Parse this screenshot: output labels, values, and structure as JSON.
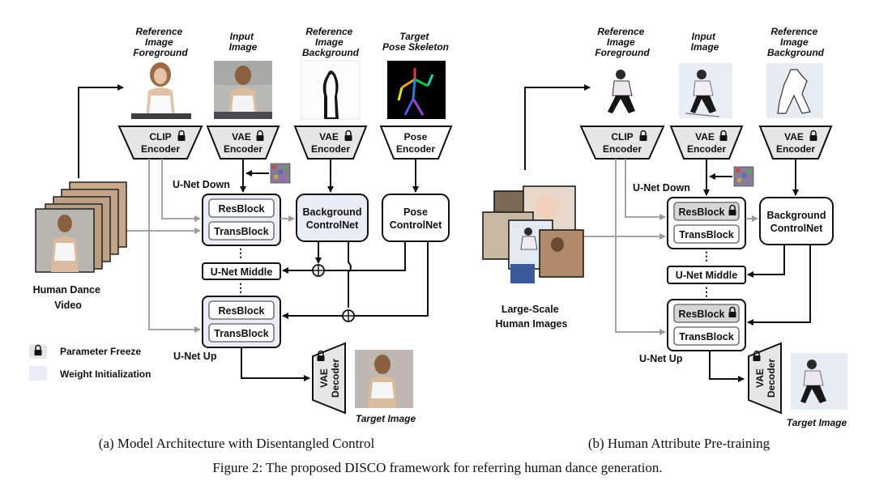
{
  "panel_a": {
    "inputs": {
      "ref_fg": [
        "Reference",
        "Image",
        "Foreground"
      ],
      "input_image": [
        "Input",
        "Image"
      ],
      "ref_bg": [
        "Reference",
        "Image",
        "Background"
      ],
      "target_pose": [
        "Target",
        "Pose Skeleton"
      ]
    },
    "encoders": {
      "clip": [
        "CLIP",
        "Encoder"
      ],
      "vae": [
        "VAE",
        "Encoder"
      ],
      "vae_bg": [
        "VAE",
        "Encoder"
      ],
      "pose": [
        "Pose",
        "Encoder"
      ]
    },
    "unet_down": "U-Net Down",
    "unet_middle": "U-Net Middle",
    "unet_up": "U-Net Up",
    "resblock": "ResBlock",
    "transblock": "TransBlock",
    "background_controlnet": [
      "Background",
      "ControlNet"
    ],
    "pose_controlnet": [
      "Pose",
      "ControlNet"
    ],
    "vae_decoder": [
      "VAE",
      "Decoder"
    ],
    "target_image": "Target Image",
    "video_label": [
      "Human Dance",
      "Video"
    ],
    "legend": {
      "freeze": "Parameter Freeze",
      "init": "Weight Initialization"
    },
    "caption": "(a) Model Architecture with Disentangled Control"
  },
  "panel_b": {
    "inputs": {
      "ref_fg": [
        "Reference",
        "Image",
        "Foreground"
      ],
      "input_image": [
        "Input",
        "Image"
      ],
      "ref_bg": [
        "Reference",
        "Image",
        "Background"
      ]
    },
    "encoders": {
      "clip": [
        "CLIP",
        "Encoder"
      ],
      "vae": [
        "VAE",
        "Encoder"
      ],
      "vae_bg": [
        "VAE",
        "Encoder"
      ]
    },
    "unet_down": "U-Net Down",
    "unet_middle": "U-Net Middle",
    "unet_up": "U-Net Up",
    "resblock": "ResBlock",
    "transblock": "TransBlock",
    "background_controlnet": [
      "Background",
      "ControlNet"
    ],
    "vae_decoder": [
      "VAE",
      "Decoder"
    ],
    "target_image": "Target Image",
    "images_label": [
      "Large-Scale",
      "Human Images"
    ],
    "caption": "(b) Human Attribute Pre-training"
  },
  "figure_caption": "Figure 2: The proposed DISCO framework for referring human dance generation.",
  "colors": {
    "weight_init": "#e9edf7",
    "frozen_block": "#d6d6d6",
    "encoder_fill": "#e6e6e6",
    "skip_line": "#9a9a9a"
  }
}
